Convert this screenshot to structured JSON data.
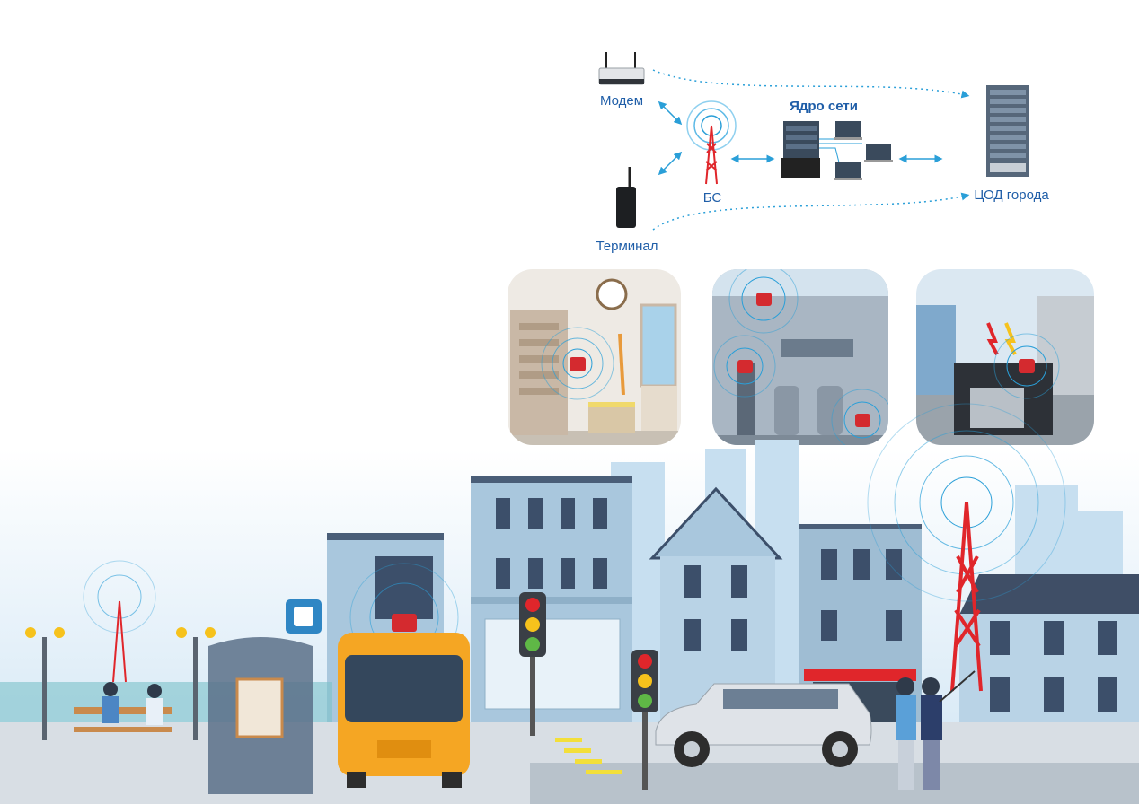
{
  "diagram": {
    "nodes": {
      "modem": "Модем",
      "terminal": "Терминал",
      "base_station": "БС",
      "core": "Ядро сети",
      "datacenter": "ЦОД города"
    }
  },
  "colors": {
    "label": "#1f5ea8",
    "arrow": "#2a9fd8",
    "tower": "#e0262b",
    "sky": "#e6f1fa",
    "bus": "#f5a623"
  },
  "scene_panels": [
    "home",
    "factory",
    "substation"
  ]
}
